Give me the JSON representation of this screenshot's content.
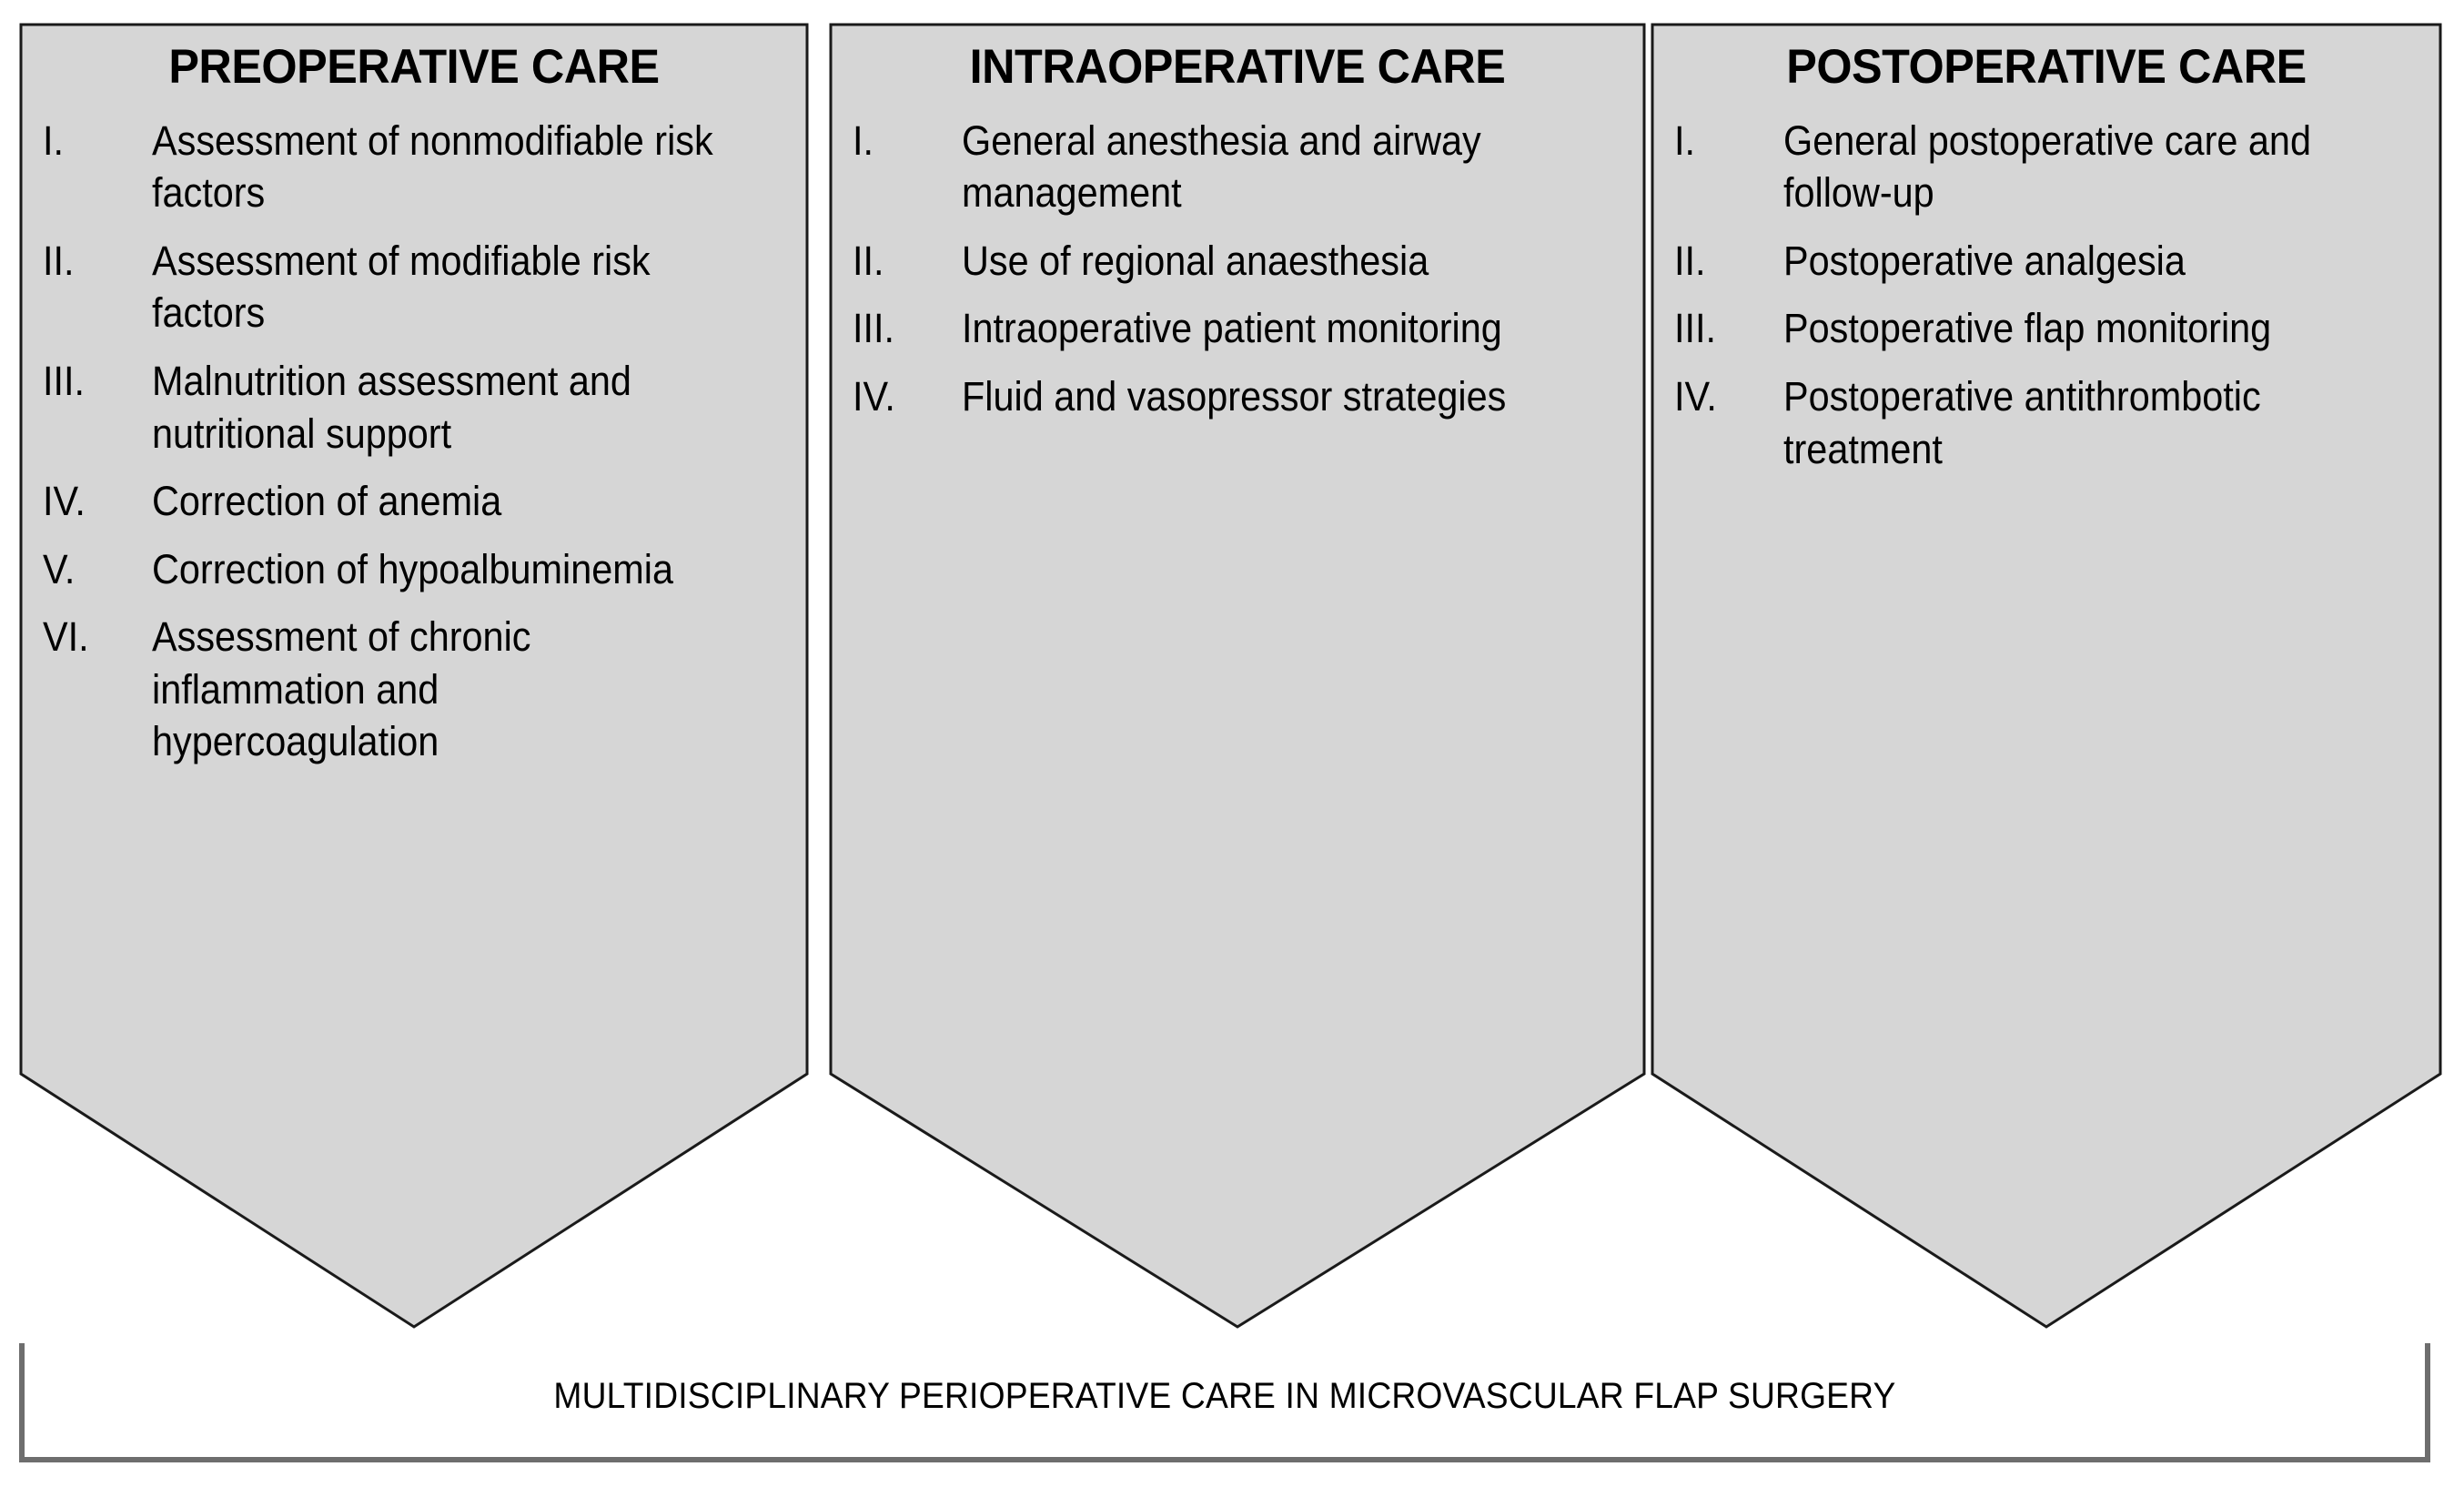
{
  "diagram": {
    "kind": "three-stage perioperative care flow diagram",
    "fill_color": "#d6d6d6",
    "stroke_color": "#1a1a1a",
    "banner_stroke_color": "#6e6e6e",
    "text_color": "#000000"
  },
  "columns": [
    {
      "id": "preoperative",
      "title": "PREOPERATIVE CARE",
      "items": [
        {
          "numeral": "I.",
          "text": "Assessment of nonmodifiable risk factors"
        },
        {
          "numeral": "II.",
          "text": "Assessment of modifiable risk factors"
        },
        {
          "numeral": "III.",
          "text": "Malnutrition assessment and nutritional support"
        },
        {
          "numeral": "IV.",
          "text": "Correction of anemia"
        },
        {
          "numeral": "V.",
          "text": "Correction of hypoalbuminemia"
        },
        {
          "numeral": "VI.",
          "text": "Assessment of chronic inflammation and hypercoagulation"
        }
      ]
    },
    {
      "id": "intraoperative",
      "title": "INTRAOPERATIVE CARE",
      "items": [
        {
          "numeral": "I.",
          "text": "General anesthesia and airway management"
        },
        {
          "numeral": "II.",
          "text": "Use of regional anaesthesia"
        },
        {
          "numeral": "III.",
          "text": "Intraoperative patient monitoring"
        },
        {
          "numeral": "IV.",
          "text": "Fluid and vasopressor strategies"
        }
      ]
    },
    {
      "id": "postoperative",
      "title": "POSTOPERATIVE CARE",
      "items": [
        {
          "numeral": "I.",
          "text": "General postoperative care and follow-up"
        },
        {
          "numeral": "II.",
          "text": "Postoperative analgesia"
        },
        {
          "numeral": "III.",
          "text": "Postoperative flap monitoring"
        },
        {
          "numeral": "IV.",
          "text": "Postoperative antithrombotic treatment"
        }
      ]
    }
  ],
  "banner": {
    "label": "MULTIDISCIPLINARY PERIOPERATIVE CARE IN MICROVASCULAR FLAP SURGERY"
  }
}
